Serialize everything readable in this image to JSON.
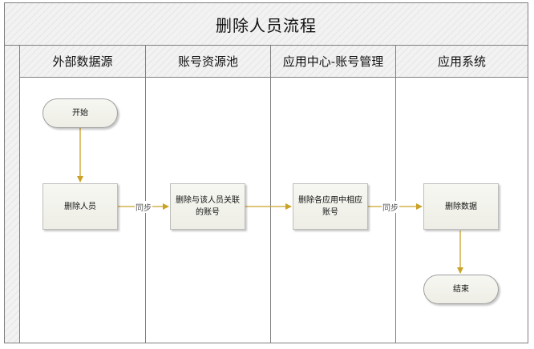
{
  "title": "删除人员流程",
  "lanes": [
    "外部数据源",
    "账号资源池",
    "应用中心-账号管理",
    "应用系统"
  ],
  "nodes": {
    "start": "开始",
    "delete_person": "删除人员",
    "delete_accounts": "删除与该人员关联的账号",
    "delete_app_accounts": "删除各应用中相应账号",
    "delete_data": "删除数据",
    "end": "结束"
  },
  "edge_labels": {
    "sync1": "同步",
    "sync2": "同步"
  },
  "colors": {
    "arrow": "#c9a227",
    "border": "#7f7f7f",
    "node_fill": "#f2f2ec"
  }
}
